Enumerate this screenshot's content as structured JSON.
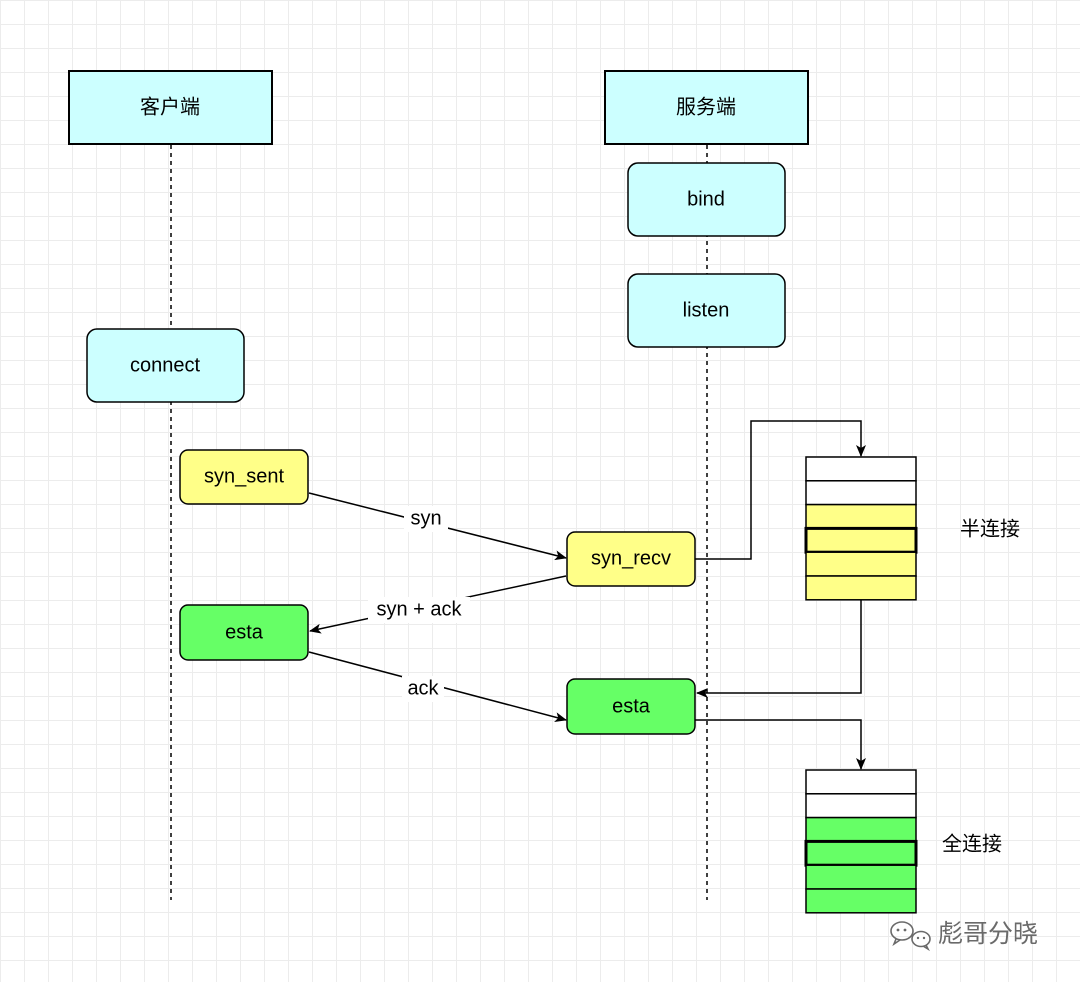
{
  "colors": {
    "cyan": "#ccffff",
    "yellow": "#ffff88",
    "green": "#66ff66",
    "empty": "#ffffff",
    "stroke": "#000000"
  },
  "lifelines": {
    "client": "客户端",
    "server": "服务端"
  },
  "server_steps": {
    "bind": "bind",
    "listen": "listen"
  },
  "client_steps": {
    "connect": "connect",
    "syn_sent": "syn_sent",
    "esta": "esta"
  },
  "server_states": {
    "syn_recv": "syn_recv",
    "esta": "esta"
  },
  "messages": {
    "syn": "syn",
    "syn_ack": "syn + ack",
    "ack": "ack"
  },
  "queues": {
    "half": {
      "label": "半连接",
      "slots": [
        "empty",
        "empty",
        "yellow",
        "yellow",
        "yellow",
        "yellow"
      ]
    },
    "full": {
      "label": "全连接",
      "slots": [
        "empty",
        "empty",
        "green",
        "green",
        "green",
        "green"
      ]
    }
  },
  "watermark": {
    "text": "彪哥分晓",
    "icon": "wechat-icon"
  }
}
